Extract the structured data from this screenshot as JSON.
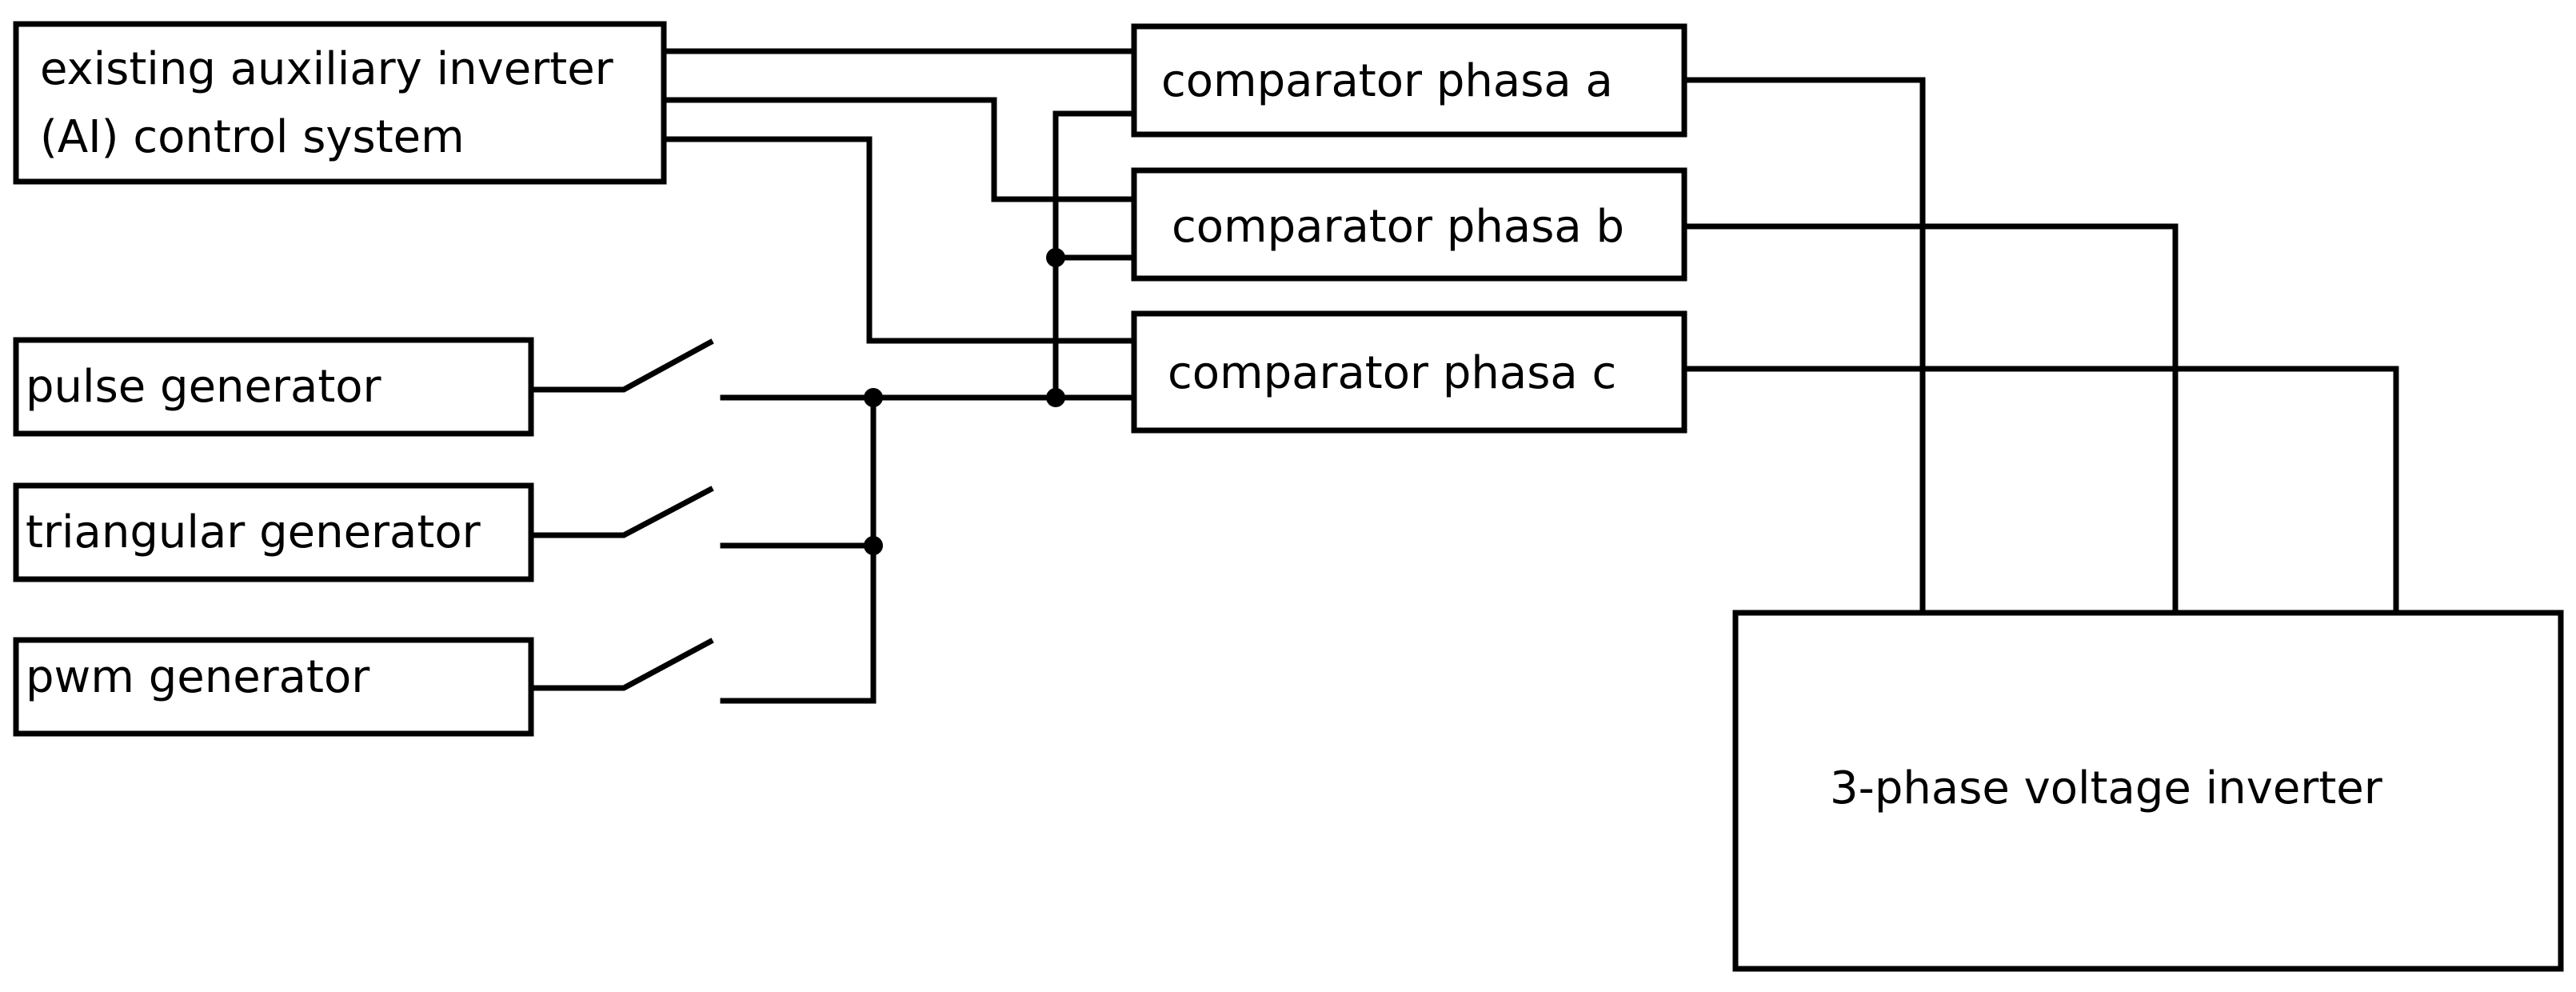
{
  "diagram": {
    "ai_control_line1": "existing auxiliary inverter",
    "ai_control_line2": "(AI) control system",
    "pulse_generator": "pulse generator",
    "triangular_generator": "triangular generator",
    "pwm_generator": "pwm generator",
    "comparator_a": "comparator phasa a",
    "comparator_b": "comparator phasa b",
    "comparator_c": "comparator phasa c",
    "inverter": "3-phase voltage inverter"
  }
}
